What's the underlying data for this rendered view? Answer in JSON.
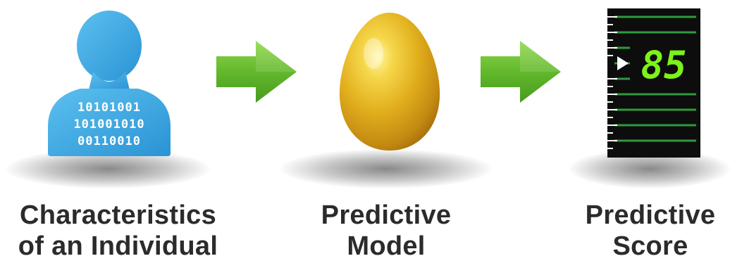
{
  "steps": [
    {
      "label_line1": "Characteristics",
      "label_line2": "of an Individual",
      "icon": "person-binary-icon",
      "binary_lines": [
        "10101001",
        "101001010",
        "00110010"
      ]
    },
    {
      "label_line1": "Predictive",
      "label_line2": "Model",
      "icon": "golden-egg-icon"
    },
    {
      "label_line1": "Predictive",
      "label_line2": "Score",
      "icon": "score-gauge-icon",
      "score_value": "85"
    }
  ],
  "arrows": [
    {
      "icon": "arrow-right-icon"
    },
    {
      "icon": "arrow-right-icon"
    }
  ],
  "colors": {
    "person": "#3ba7e3",
    "arrow": "#6cc12e",
    "egg": "#e0b41e",
    "gauge_bg": "#0d0d0d",
    "gauge_lines": "#2f9a3c",
    "score_digits": "#7cf21a",
    "label_text": "#2b2b2b"
  }
}
